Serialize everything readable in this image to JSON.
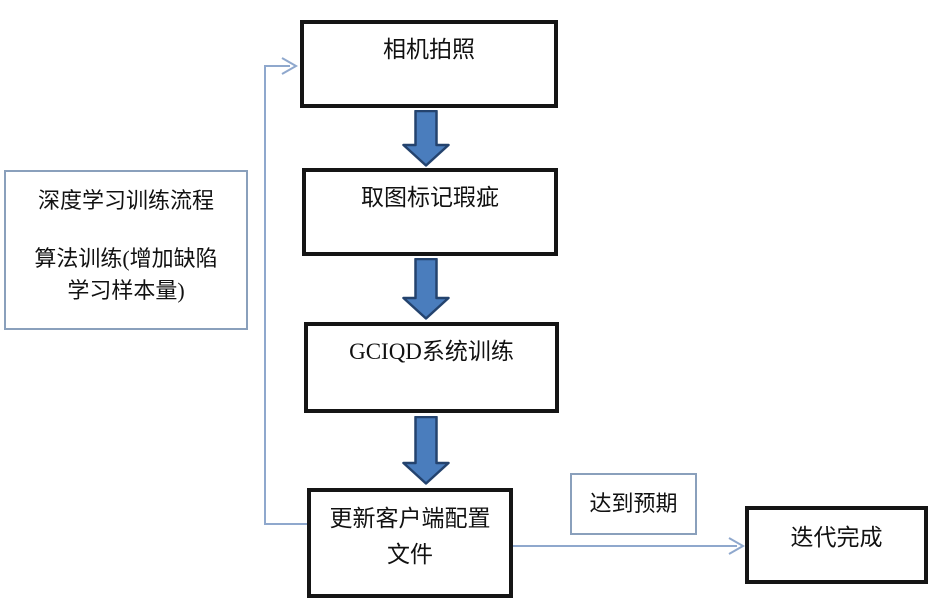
{
  "diagram": {
    "nodes": {
      "camera": {
        "label": "相机拍照"
      },
      "mark": {
        "label": "取图标记瑕疵"
      },
      "train": {
        "label": "GCIQD系统训练"
      },
      "update": {
        "line1": "更新客户端配置",
        "line2": "文件"
      },
      "note": {
        "line1": "深度学习训练流程",
        "line2": "算法训练(增加缺陷",
        "line3": "学习样本量)"
      },
      "expect": {
        "label": "达到预期"
      },
      "done": {
        "label": "迭代完成"
      }
    },
    "connectors": {
      "feedback_loop": "update-box to camera-box",
      "success_path": "update-box to done-box"
    },
    "colors": {
      "background": "#ffffff",
      "process_border": "#151515",
      "note_border": "#8aa0bc",
      "block_arrow_fill": "#4a7dbd",
      "block_arrow_stroke": "#24436e",
      "connector_line": "#8fa8cd",
      "text": "#111111"
    }
  }
}
